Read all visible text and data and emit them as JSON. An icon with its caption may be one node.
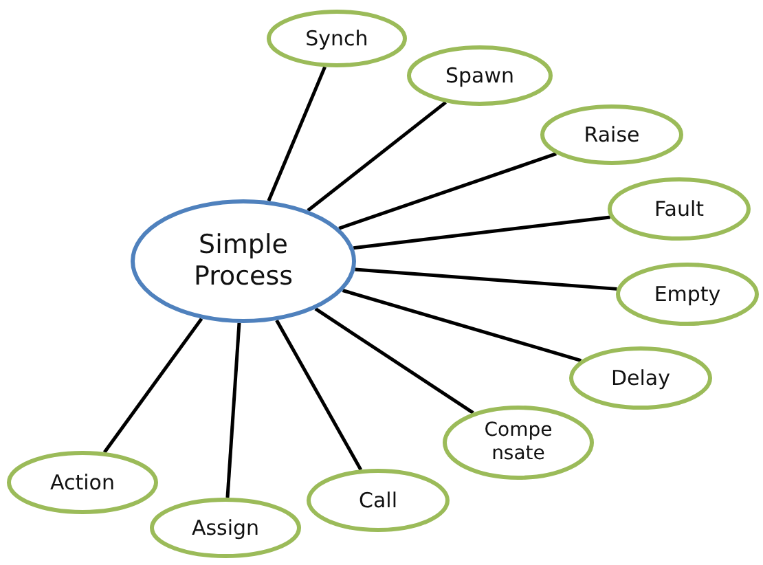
{
  "diagram": {
    "nodes": [
      {
        "text": [
          "Simple Process"
        ]
      },
      {
        "text": [
          "Synch"
        ]
      },
      {
        "text": [
          "Spawn"
        ]
      },
      {
        "text": [
          "Raise"
        ]
      },
      {
        "text": [
          "Fault"
        ]
      },
      {
        "text": [
          "Empty"
        ]
      },
      {
        "text": [
          "Delay"
        ]
      },
      {
        "text": [
          "Compensate"
        ]
      },
      {
        "text": [
          "Call"
        ]
      },
      {
        "text": [
          "Assign"
        ]
      },
      {
        "text": [
          "Action"
        ]
      }
    ],
    "edges": [
      {
        "from": 0,
        "to": 1,
        "arrow": "none"
      },
      {
        "from": 0,
        "to": 2,
        "arrow": "none"
      },
      {
        "from": 0,
        "to": 3,
        "arrow": "none"
      },
      {
        "from": 0,
        "to": 4,
        "arrow": "none"
      },
      {
        "from": 0,
        "to": 5,
        "arrow": "none"
      },
      {
        "from": 0,
        "to": 6,
        "arrow": "none"
      },
      {
        "from": 0,
        "to": 7,
        "arrow": "none"
      },
      {
        "from": 0,
        "to": 8,
        "arrow": "none"
      },
      {
        "from": 0,
        "to": 9,
        "arrow": "none"
      },
      {
        "from": 0,
        "to": 10,
        "arrow": "none"
      }
    ]
  }
}
